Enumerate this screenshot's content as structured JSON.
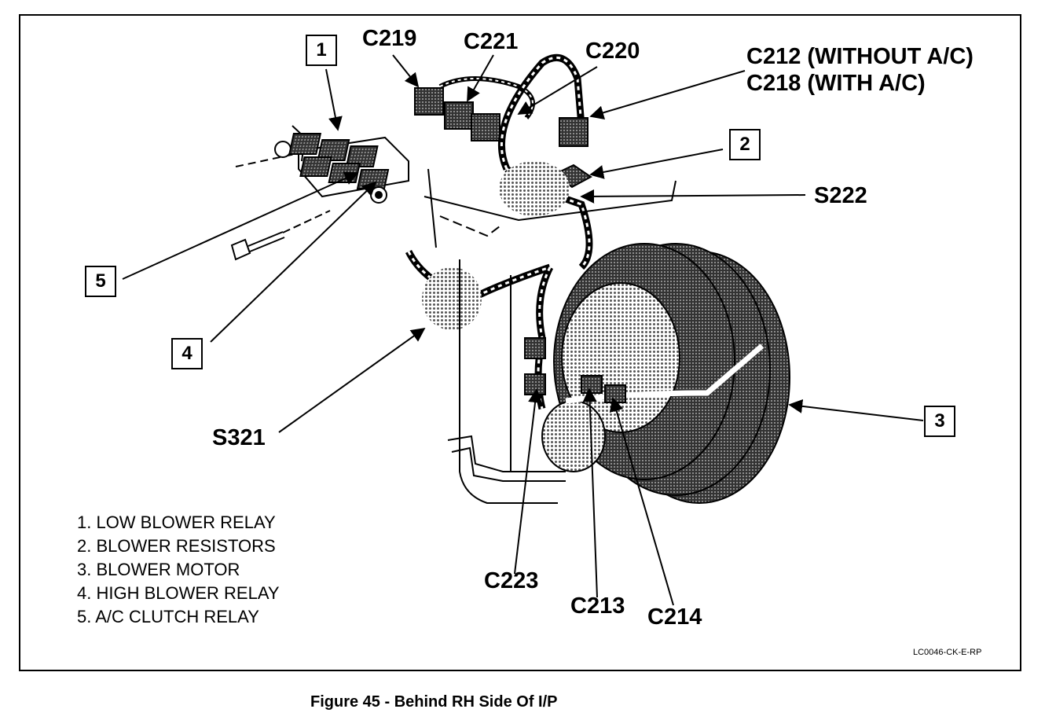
{
  "numbered_callouts": [
    "1",
    "2",
    "3",
    "4",
    "5"
  ],
  "connectors": {
    "c219": "C219",
    "c221": "C221",
    "c220": "C220",
    "c212": "C212 (WITHOUT A/C)",
    "c218": "C218 (WITH A/C)",
    "s222": "S222",
    "s321": "S321",
    "c223": "C223",
    "c213": "C213",
    "c214": "C214"
  },
  "legend": [
    "1. LOW BLOWER RELAY",
    "2. BLOWER RESISTORS",
    "3. BLOWER MOTOR",
    "4. HIGH BLOWER RELAY",
    "5. A/C CLUTCH RELAY"
  ],
  "reference_code": "LC0046-CK-E-RP",
  "caption": "Figure 45 - Behind RH Side Of I/P"
}
